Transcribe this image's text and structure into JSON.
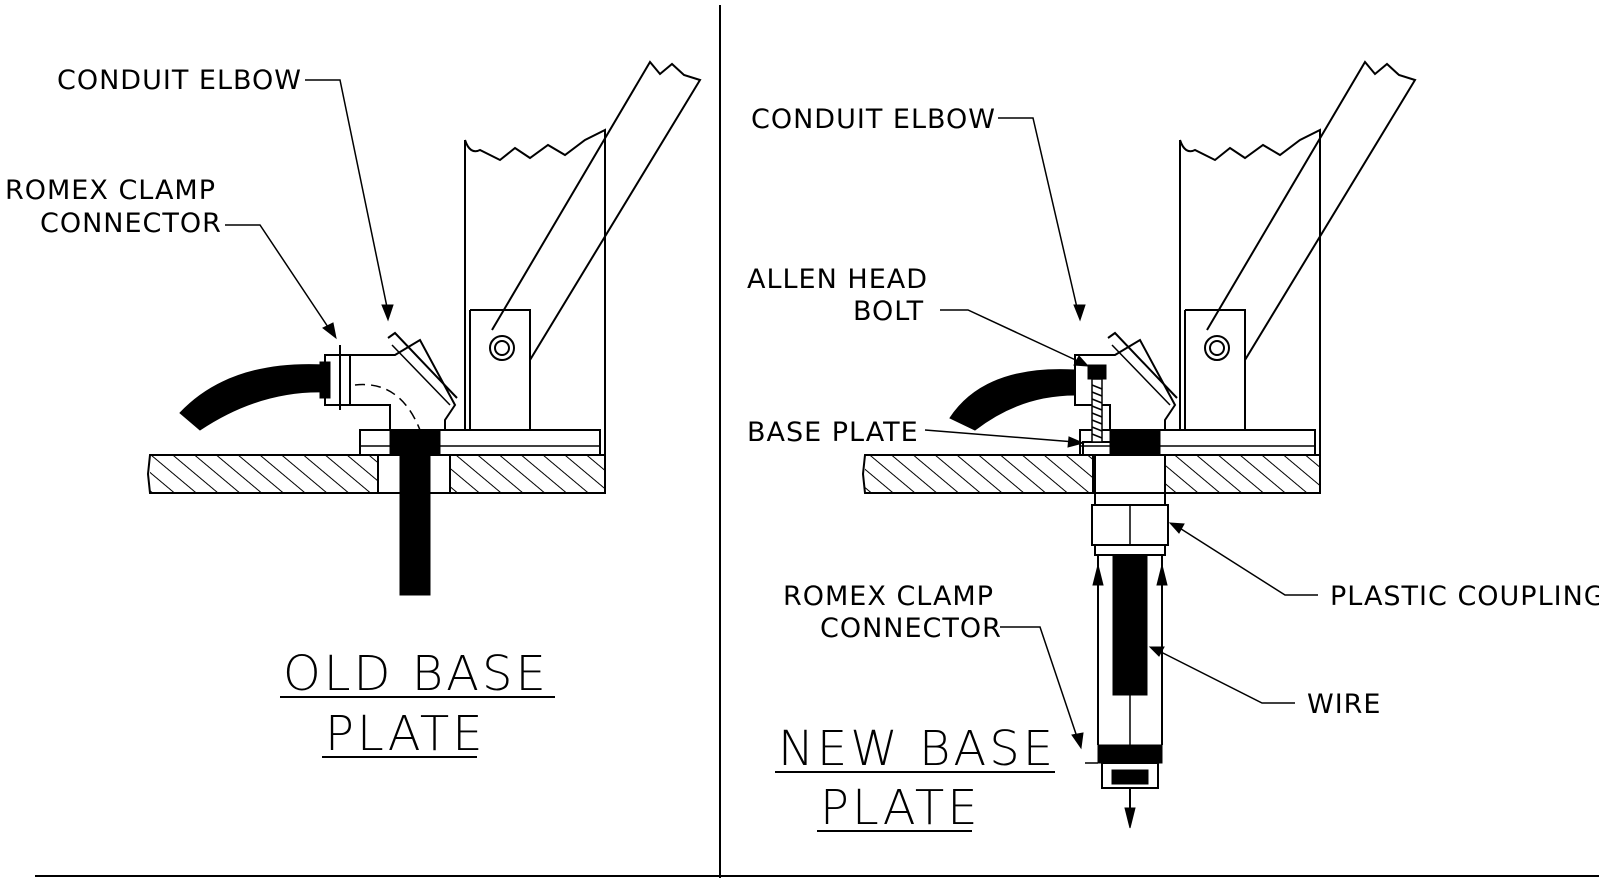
{
  "old_panel": {
    "title_line1": "OLD BASE",
    "title_line2": "PLATE",
    "labels": {
      "conduit_elbow": "CONDUIT ELBOW",
      "romex_line1": "ROMEX CLAMP",
      "romex_line2": "CONNECTOR"
    }
  },
  "new_panel": {
    "title_line1": "NEW BASE",
    "title_line2": "PLATE",
    "labels": {
      "conduit_elbow": "CONDUIT ELBOW",
      "allen_line1": "ALLEN HEAD",
      "allen_line2": "BOLT",
      "base_plate": "BASE PLATE",
      "plastic_coupling": "PLASTIC COUPLING",
      "romex_line1": "ROMEX CLAMP",
      "romex_line2": "CONNECTOR",
      "wire": "WIRE"
    }
  }
}
